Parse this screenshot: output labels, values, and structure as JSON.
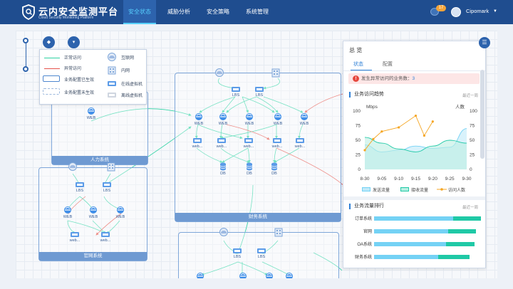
{
  "app": {
    "title": "云内安全监测平台",
    "subtitle": "Cloud Security Monitoring Platform"
  },
  "nav": {
    "tabs": [
      {
        "label": "安全状态",
        "active": true
      },
      {
        "label": "威胁分析",
        "active": false
      },
      {
        "label": "安全策略",
        "active": false
      },
      {
        "label": "系统管理",
        "active": false
      }
    ],
    "notification_count": "17",
    "username": "Cipomark"
  },
  "colors": {
    "accent": "#2d63ad",
    "normal_link": "#2ed3a3",
    "abnormal_link": "#e5534b",
    "inflow": "#74d2f5",
    "outflow": "#1fc9a6",
    "visits": "#f5a623"
  },
  "legend": {
    "normal": "正常访问",
    "abnormal": "异常访问",
    "config_active": "业务配置已生效",
    "config_inactive": "业务配置未生效",
    "internet": "互联网",
    "intranet": "内网",
    "vm_online": "在线虚拟机",
    "vm_offline": "离线虚拟机"
  },
  "topology": {
    "groups": [
      {
        "name": "人力系统"
      },
      {
        "name": "财务系统"
      },
      {
        "name": "官网系统"
      },
      {
        "name": ""
      }
    ],
    "labels": {
      "lbs": "LBS",
      "web": "WEB",
      "web_short": "web...",
      "db": "DB"
    }
  },
  "panel": {
    "title": "总 览",
    "tabs": [
      "状态",
      "配置"
    ],
    "alert_text": "发生异常访问的业务数：",
    "alert_count": "3",
    "traffic_title": "业务访问趋势",
    "traffic_more": "最近一周",
    "ranking_title": "业务流量排行",
    "ranking_more": "最近一周",
    "series_labels": [
      "发送流量",
      "接收流量",
      "访问人数"
    ]
  },
  "chart_data": [
    {
      "type": "line",
      "title": "业务访问趋势",
      "xlabel": "",
      "ylabel": "Mbps",
      "y2label": "人数",
      "x": [
        "8-30",
        "9-05",
        "9-10",
        "9-15",
        "9-20",
        "9-25",
        "9-30"
      ],
      "ylim": [
        0,
        100
      ],
      "yticks": [
        0,
        25,
        50,
        75,
        100
      ],
      "y2lim": [
        0,
        100
      ],
      "y2ticks": [
        0,
        25,
        50,
        75,
        100
      ],
      "legend_position": "bottom",
      "series": [
        {
          "name": "发送流量",
          "kind": "area",
          "values": [
            42,
            30,
            33,
            40,
            36,
            38,
            70
          ]
        },
        {
          "name": "接收流量",
          "kind": "area",
          "values": [
            55,
            45,
            35,
            30,
            40,
            50,
            45
          ]
        },
        {
          "name": "访问人数",
          "kind": "line",
          "axis": "right",
          "values": [
            33,
            52,
            65,
            72,
            92,
            58,
            82
          ],
          "x_detail": [
            0,
            0.5,
            1,
            2,
            3,
            3.5,
            4,
            4.5,
            5,
            6
          ]
        }
      ]
    },
    {
      "type": "bar",
      "orientation": "horizontal",
      "stacked": true,
      "title": "业务流量排行",
      "categories": [
        "订单系统",
        "官网",
        "OA系统",
        "财务系统"
      ],
      "series": [
        {
          "name": "发送流量",
          "values": [
            0.74,
            0.69,
            0.67,
            0.6
          ]
        },
        {
          "name": "接收流量",
          "values": [
            0.26,
            0.26,
            0.27,
            0.29
          ]
        }
      ]
    }
  ]
}
